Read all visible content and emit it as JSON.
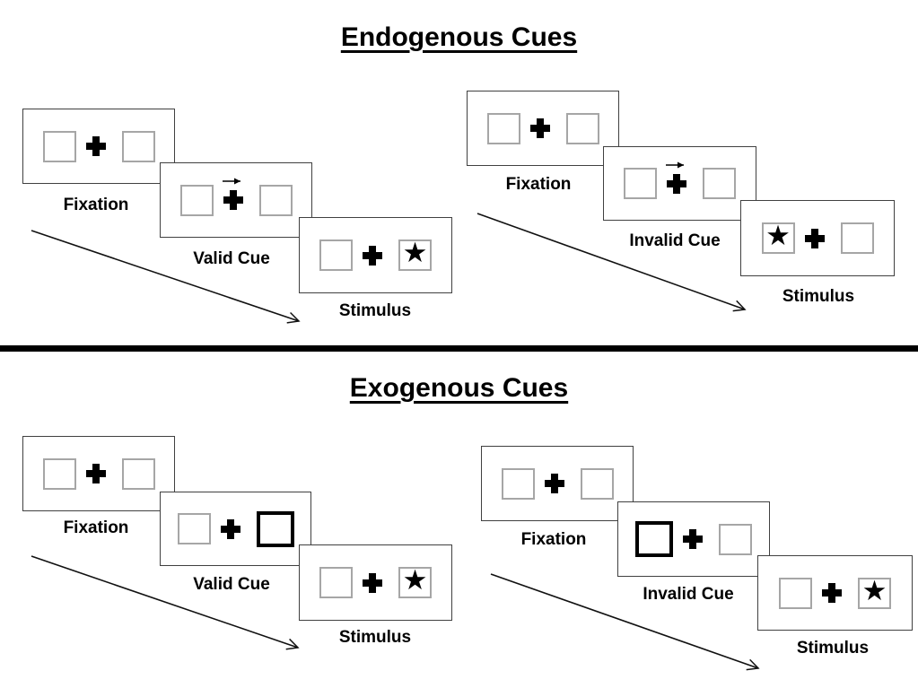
{
  "page": {
    "background": "#ffffff",
    "kind": "attention-cueing-paradigm-figure"
  },
  "colors": {
    "panel_border": "#404040",
    "placeholder_box_border": "#a6a6a6",
    "bold_cue_box_border": "#000000",
    "ink": "#000000",
    "divider": "#000000"
  },
  "icons": {
    "star": "★",
    "fixation_cross": "plus-cross",
    "cue_arrow": "thin-right-arrow",
    "sequence_arrow": "diagonal-arrow-down-right"
  },
  "sections": [
    {
      "title": "Endogenous Cues",
      "sequences": [
        {
          "name": "endogenous-valid",
          "cue_type": "endogenous",
          "validity": "valid",
          "panels": [
            {
              "label": "Fixation",
              "left_box": "empty",
              "center": "fixation-cross",
              "right_box": "empty"
            },
            {
              "label": "Valid Cue",
              "left_box": "empty",
              "center": "fixation-cross-with-right-arrow-above",
              "right_box": "empty"
            },
            {
              "label": "Stimulus",
              "left_box": "empty",
              "center": "fixation-cross",
              "right_box": "star"
            }
          ]
        },
        {
          "name": "endogenous-invalid",
          "cue_type": "endogenous",
          "validity": "invalid",
          "panels": [
            {
              "label": "Fixation",
              "left_box": "empty",
              "center": "fixation-cross",
              "right_box": "empty"
            },
            {
              "label": "Invalid Cue",
              "left_box": "empty",
              "center": "fixation-cross-with-right-arrow-above",
              "right_box": "empty"
            },
            {
              "label": "Stimulus",
              "left_box": "star",
              "center": "fixation-cross",
              "right_box": "empty"
            }
          ]
        }
      ]
    },
    {
      "title": "Exogenous Cues",
      "sequences": [
        {
          "name": "exogenous-valid",
          "cue_type": "exogenous",
          "validity": "valid",
          "panels": [
            {
              "label": "Fixation",
              "left_box": "empty",
              "center": "fixation-cross",
              "right_box": "empty"
            },
            {
              "label": "Valid Cue",
              "left_box": "empty",
              "center": "fixation-cross",
              "right_box": "bold-outline"
            },
            {
              "label": "Stimulus",
              "left_box": "empty",
              "center": "fixation-cross",
              "right_box": "star"
            }
          ]
        },
        {
          "name": "exogenous-invalid",
          "cue_type": "exogenous",
          "validity": "invalid",
          "panels": [
            {
              "label": "Fixation",
              "left_box": "empty",
              "center": "fixation-cross",
              "right_box": "empty"
            },
            {
              "label": "Invalid Cue",
              "left_box": "bold-outline",
              "center": "fixation-cross",
              "right_box": "empty"
            },
            {
              "label": "Stimulus",
              "left_box": "empty",
              "center": "fixation-cross",
              "right_box": "star"
            }
          ]
        }
      ]
    }
  ]
}
